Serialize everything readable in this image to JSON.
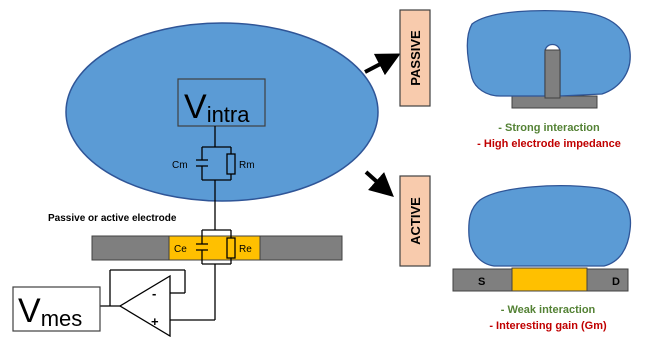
{
  "cell": {
    "v_intra_base": "V",
    "v_intra_sub": "intra",
    "cm_label": "Cm",
    "rm_label": "Rm"
  },
  "electrode": {
    "caption": "Passive or active electrode",
    "ce_label": "Ce",
    "re_label": "Re"
  },
  "amplifier": {
    "v_mes_base": "V",
    "v_mes_sub": "mes",
    "minus_sign": "-",
    "plus_sign": "+"
  },
  "passive": {
    "tag": "PASSIVE",
    "line1": "- Strong interaction",
    "line2": "- High electrode impedance"
  },
  "active": {
    "tag": "ACTIVE",
    "source_label": "S",
    "drain_label": "D",
    "line1": "- Weak interaction",
    "line2": "- Interesting gain (Gm)"
  },
  "colors": {
    "cell_blue": "#5b9bd5",
    "electrode_gray": "#7f7f7f",
    "electrode_gold": "#ffc000",
    "tag_fill": "#f8cbad",
    "green_text": "#548235",
    "red_text": "#c00000"
  }
}
